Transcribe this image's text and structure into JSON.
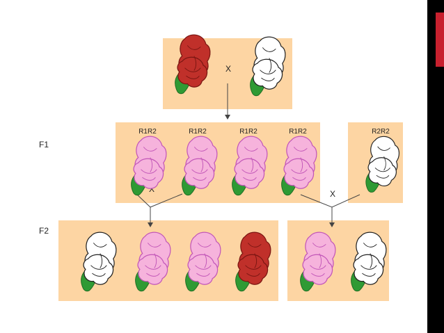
{
  "diagram": {
    "colors": {
      "panel": "#fdd5a3",
      "red_flower": "#c0302a",
      "pink_flower": "#f6b3dc",
      "white_flower": "#ffffff",
      "leaf": "#2f9a34",
      "line": "#444444",
      "accent_red": "#c8202e"
    },
    "parents": {
      "cross_symbol": "X",
      "flowers": [
        "red-flower",
        "white-flower"
      ]
    },
    "f1": {
      "generation_label": "F1",
      "genotype_labels": [
        "R1R2",
        "R1R2",
        "R1R2",
        "R1R2"
      ],
      "cross_symbol": "X",
      "flowers": [
        "pink-flower",
        "pink-flower",
        "pink-flower",
        "pink-flower"
      ]
    },
    "testcross": {
      "genotype_label": "R2R2",
      "cross_symbol": "X",
      "flowers": [
        "white-flower"
      ]
    },
    "f2": {
      "generation_label": "F2",
      "flowers": [
        "white-flower",
        "pink-flower",
        "pink-flower",
        "red-flower"
      ]
    },
    "testcross_offspring": {
      "flowers": [
        "pink-flower",
        "white-flower"
      ]
    }
  }
}
